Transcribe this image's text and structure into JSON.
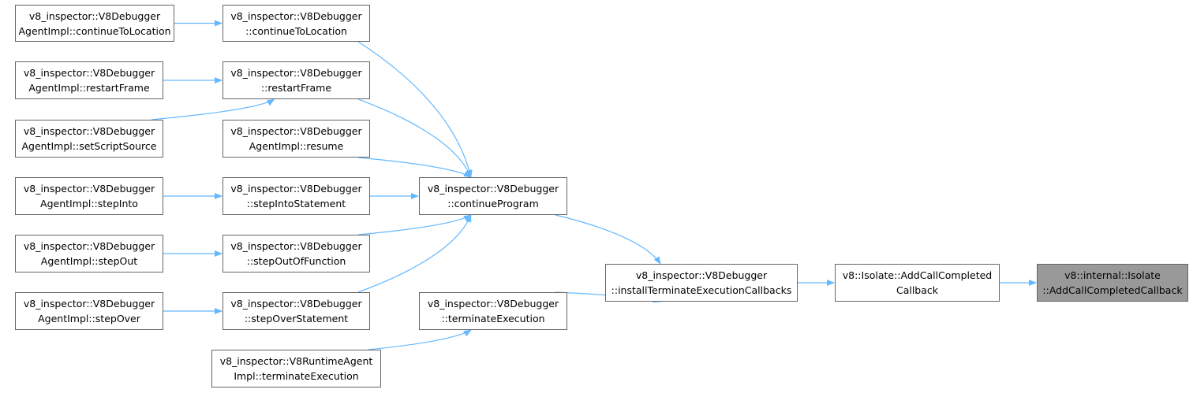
{
  "edge_color": "#63b8ff",
  "node_border_color": "#666666",
  "highlight_fill": "#999999",
  "nodes": {
    "agent_continue_to_location": {
      "line1": "v8_inspector::V8Debugger",
      "line2": "AgentImpl::continueToLocation"
    },
    "debugger_continue_to_location": {
      "line1": "v8_inspector::V8Debugger",
      "line2": "::continueToLocation"
    },
    "agent_restart_frame": {
      "line1": "v8_inspector::V8Debugger",
      "line2": "AgentImpl::restartFrame"
    },
    "debugger_restart_frame": {
      "line1": "v8_inspector::V8Debugger",
      "line2": "::restartFrame"
    },
    "agent_set_script_source": {
      "line1": "v8_inspector::V8Debugger",
      "line2": "AgentImpl::setScriptSource"
    },
    "agent_resume": {
      "line1": "v8_inspector::V8Debugger",
      "line2": "AgentImpl::resume"
    },
    "agent_step_into": {
      "line1": "v8_inspector::V8Debugger",
      "line2": "AgentImpl::stepInto"
    },
    "debugger_step_into_statement": {
      "line1": "v8_inspector::V8Debugger",
      "line2": "::stepIntoStatement"
    },
    "debugger_continue_program": {
      "line1": "v8_inspector::V8Debugger",
      "line2": "::continueProgram"
    },
    "agent_step_out": {
      "line1": "v8_inspector::V8Debugger",
      "line2": "AgentImpl::stepOut"
    },
    "debugger_step_out_of_function": {
      "line1": "v8_inspector::V8Debugger",
      "line2": "::stepOutOfFunction"
    },
    "agent_step_over": {
      "line1": "v8_inspector::V8Debugger",
      "line2": "AgentImpl::stepOver"
    },
    "debugger_step_over_statement": {
      "line1": "v8_inspector::V8Debugger",
      "line2": "::stepOverStatement"
    },
    "debugger_terminate_execution": {
      "line1": "v8_inspector::V8Debugger",
      "line2": "::terminateExecution"
    },
    "runtime_agent_terminate_execution": {
      "line1": "v8_inspector::V8RuntimeAgent",
      "line2": "Impl::terminateExecution"
    },
    "debugger_install_terminate_callbacks": {
      "line1": "v8_inspector::V8Debugger",
      "line2": "::installTerminateExecutionCallbacks"
    },
    "isolate_add_call_completed_callback": {
      "line1": "v8::Isolate::AddCallCompleted",
      "line2": "Callback"
    },
    "internal_isolate_add_call_completed_callback": {
      "line1": "v8::internal::Isolate",
      "line2": "::AddCallCompletedCallback"
    }
  },
  "edges": [
    {
      "from": "agent_continue_to_location",
      "to": "debugger_continue_to_location"
    },
    {
      "from": "agent_restart_frame",
      "to": "debugger_restart_frame"
    },
    {
      "from": "agent_set_script_source",
      "to": "debugger_restart_frame"
    },
    {
      "from": "agent_step_into",
      "to": "debugger_step_into_statement"
    },
    {
      "from": "agent_step_out",
      "to": "debugger_step_out_of_function"
    },
    {
      "from": "agent_step_over",
      "to": "debugger_step_over_statement"
    },
    {
      "from": "debugger_continue_to_location",
      "to": "debugger_continue_program"
    },
    {
      "from": "debugger_restart_frame",
      "to": "debugger_continue_program"
    },
    {
      "from": "agent_resume",
      "to": "debugger_continue_program"
    },
    {
      "from": "debugger_step_into_statement",
      "to": "debugger_continue_program"
    },
    {
      "from": "debugger_step_out_of_function",
      "to": "debugger_continue_program"
    },
    {
      "from": "debugger_step_over_statement",
      "to": "debugger_continue_program"
    },
    {
      "from": "runtime_agent_terminate_execution",
      "to": "debugger_terminate_execution"
    },
    {
      "from": "debugger_continue_program",
      "to": "debugger_install_terminate_callbacks"
    },
    {
      "from": "debugger_terminate_execution",
      "to": "debugger_install_terminate_callbacks"
    },
    {
      "from": "debugger_install_terminate_callbacks",
      "to": "isolate_add_call_completed_callback"
    },
    {
      "from": "isolate_add_call_completed_callback",
      "to": "internal_isolate_add_call_completed_callback"
    }
  ]
}
